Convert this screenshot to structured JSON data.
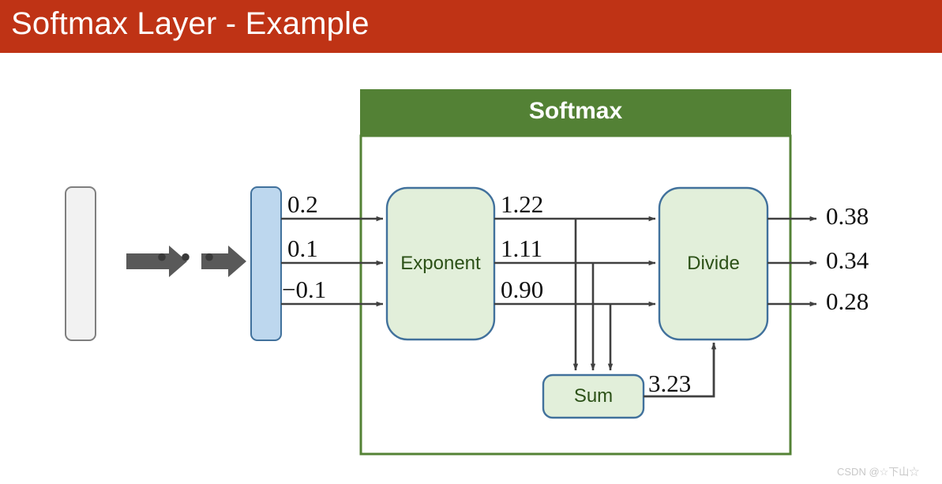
{
  "slide": {
    "title": "Softmax Layer - Example",
    "title_bar_color": "#BF3315",
    "background_color": "#FFFFFF"
  },
  "watermark": {
    "text": "CSDN @☆下山☆"
  },
  "diagram": {
    "group_title": "Softmax",
    "group_header_color": "#538135",
    "group_border_color": "#548235",
    "box_fill_color": "#E2EFDA",
    "box_border_color": "#41719C",
    "box_text_color": "#2C5117",
    "input_bar_color": "#F2F2F2",
    "logits_bar_color": "#BDD7EE",
    "arrow_color": "#404040",
    "ellipsis": "• • •",
    "nodes": {
      "exponent": "Exponent",
      "divide": "Divide",
      "sum": "Sum"
    },
    "input_logits": [
      "0.2",
      "0.1",
      "−0.1"
    ],
    "exponent_outputs": [
      "1.22",
      "1.11",
      "0.90"
    ],
    "sum_output": "3.23",
    "softmax_outputs": [
      "0.38",
      "0.34",
      "0.28"
    ]
  },
  "chart_data": {
    "type": "diagram",
    "title": "Softmax Layer - Example",
    "pipeline": [
      {
        "stage": "input-vector",
        "label": "",
        "values": []
      },
      {
        "stage": "hidden-layers",
        "label": "• • •",
        "values": []
      },
      {
        "stage": "logits",
        "label": "",
        "values": [
          "0.2",
          "0.1",
          "−0.1"
        ]
      },
      {
        "stage": "exponent",
        "label": "Exponent",
        "values": [
          "1.22",
          "1.11",
          "0.90"
        ]
      },
      {
        "stage": "sum",
        "label": "Sum",
        "values": [
          "3.23"
        ]
      },
      {
        "stage": "divide",
        "label": "Divide",
        "values": [
          "0.38",
          "0.34",
          "0.28"
        ]
      }
    ]
  }
}
